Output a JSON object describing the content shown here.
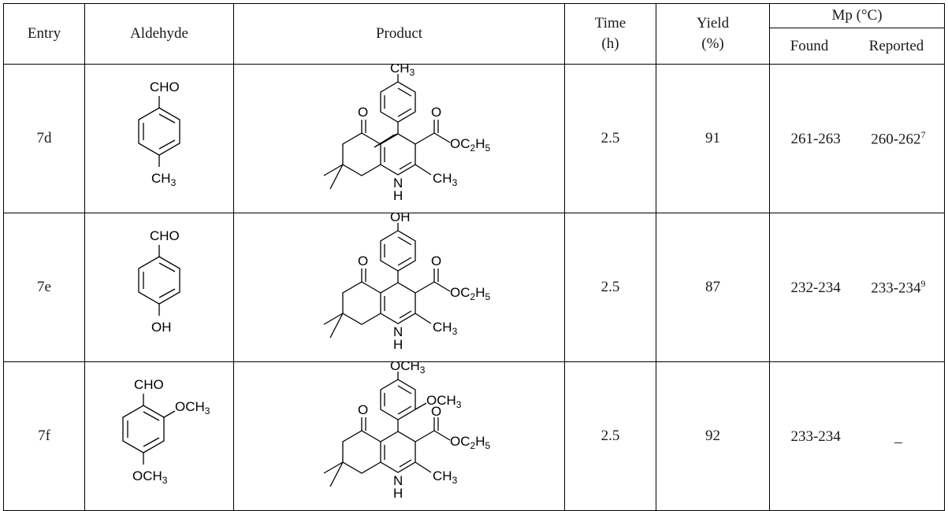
{
  "headers": {
    "entry": "Entry",
    "aldehyde": "Aldehyde",
    "product": "Product",
    "time_l1": "Time",
    "time_l2": "(h)",
    "yield_l1": "Yield",
    "yield_l2": "(%)",
    "mp": "Mp (°C)",
    "found": "Found",
    "reported": "Reported"
  },
  "rows": [
    {
      "entry": "7d",
      "time": "2.5",
      "yield": "91",
      "found": "261-263",
      "reported": "260-262",
      "ref": "7",
      "aldehyde_labels": {
        "top": "CHO",
        "bottom": "CH",
        "bottom_sub": "3"
      },
      "product_labels": {
        "para": "CH",
        "para_sub": "3",
        "ester_a": "OC",
        "ester_b": "2",
        "ester_c": "H",
        "ester_d": "5",
        "methyl": "CH",
        "methyl_sub": "3",
        "nh": "N",
        "h": "H",
        "o": "O"
      }
    },
    {
      "entry": "7e",
      "time": "2.5",
      "yield": "87",
      "found": "232-234",
      "reported": "233-234",
      "ref": "9",
      "aldehyde_labels": {
        "top": "CHO",
        "bottom": "OH"
      },
      "product_labels": {
        "para": "OH",
        "ester_a": "OC",
        "ester_b": "2",
        "ester_c": "H",
        "ester_d": "5",
        "methyl": "CH",
        "methyl_sub": "3",
        "nh": "N",
        "h": "H",
        "o": "O"
      }
    },
    {
      "entry": "7f",
      "time": "2.5",
      "yield": "92",
      "found": "233-234",
      "reported": "_",
      "ref": "",
      "aldehyde_labels": {
        "top": "CHO",
        "ortho": "OCH",
        "ortho_sub": "3",
        "bottom": "OCH",
        "bottom_sub": "3"
      },
      "product_labels": {
        "para": "OCH",
        "para_sub": "3",
        "ortho": "OCH",
        "ortho_sub": "3",
        "ester_a": "OC",
        "ester_b": "2",
        "ester_c": "H",
        "ester_d": "5",
        "methyl": "CH",
        "methyl_sub": "3",
        "nh": "N",
        "h": "H",
        "o": "O"
      }
    }
  ]
}
